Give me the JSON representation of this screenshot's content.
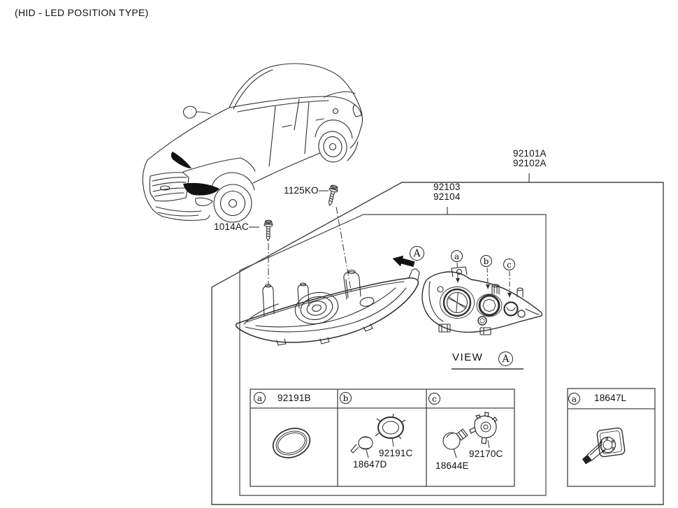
{
  "title": "(HID - LED POSITION TYPE)",
  "colors": {
    "line": "#333333",
    "box": "#444444",
    "text": "#111111",
    "solid": "#111111",
    "background": "#ffffff"
  },
  "labels": {
    "headlamp_assembly": {
      "line1": "92101A",
      "line2": "92102A"
    },
    "headlamp_sub_assembly": {
      "line1": "92103",
      "line2": "92104"
    },
    "screw_upper": "1125KO",
    "screw_lower": "1014AC"
  },
  "view": {
    "word": "VIEW",
    "letter": "A"
  },
  "callouts": {
    "direction_letter": "A",
    "a": "a",
    "b": "b",
    "c": "c"
  },
  "parts_table": {
    "columns": [
      {
        "callout": "a",
        "part_no": "92191B",
        "items": []
      },
      {
        "callout": "b",
        "part_no": "",
        "items": [
          {
            "part_no": "92191C"
          },
          {
            "part_no": "18647D"
          }
        ]
      },
      {
        "callout": "c",
        "part_no": "",
        "items": [
          {
            "part_no": "18644E"
          },
          {
            "part_no": "92170C"
          }
        ]
      }
    ]
  },
  "side_box": {
    "callout": "a",
    "part_no": "18647L"
  }
}
